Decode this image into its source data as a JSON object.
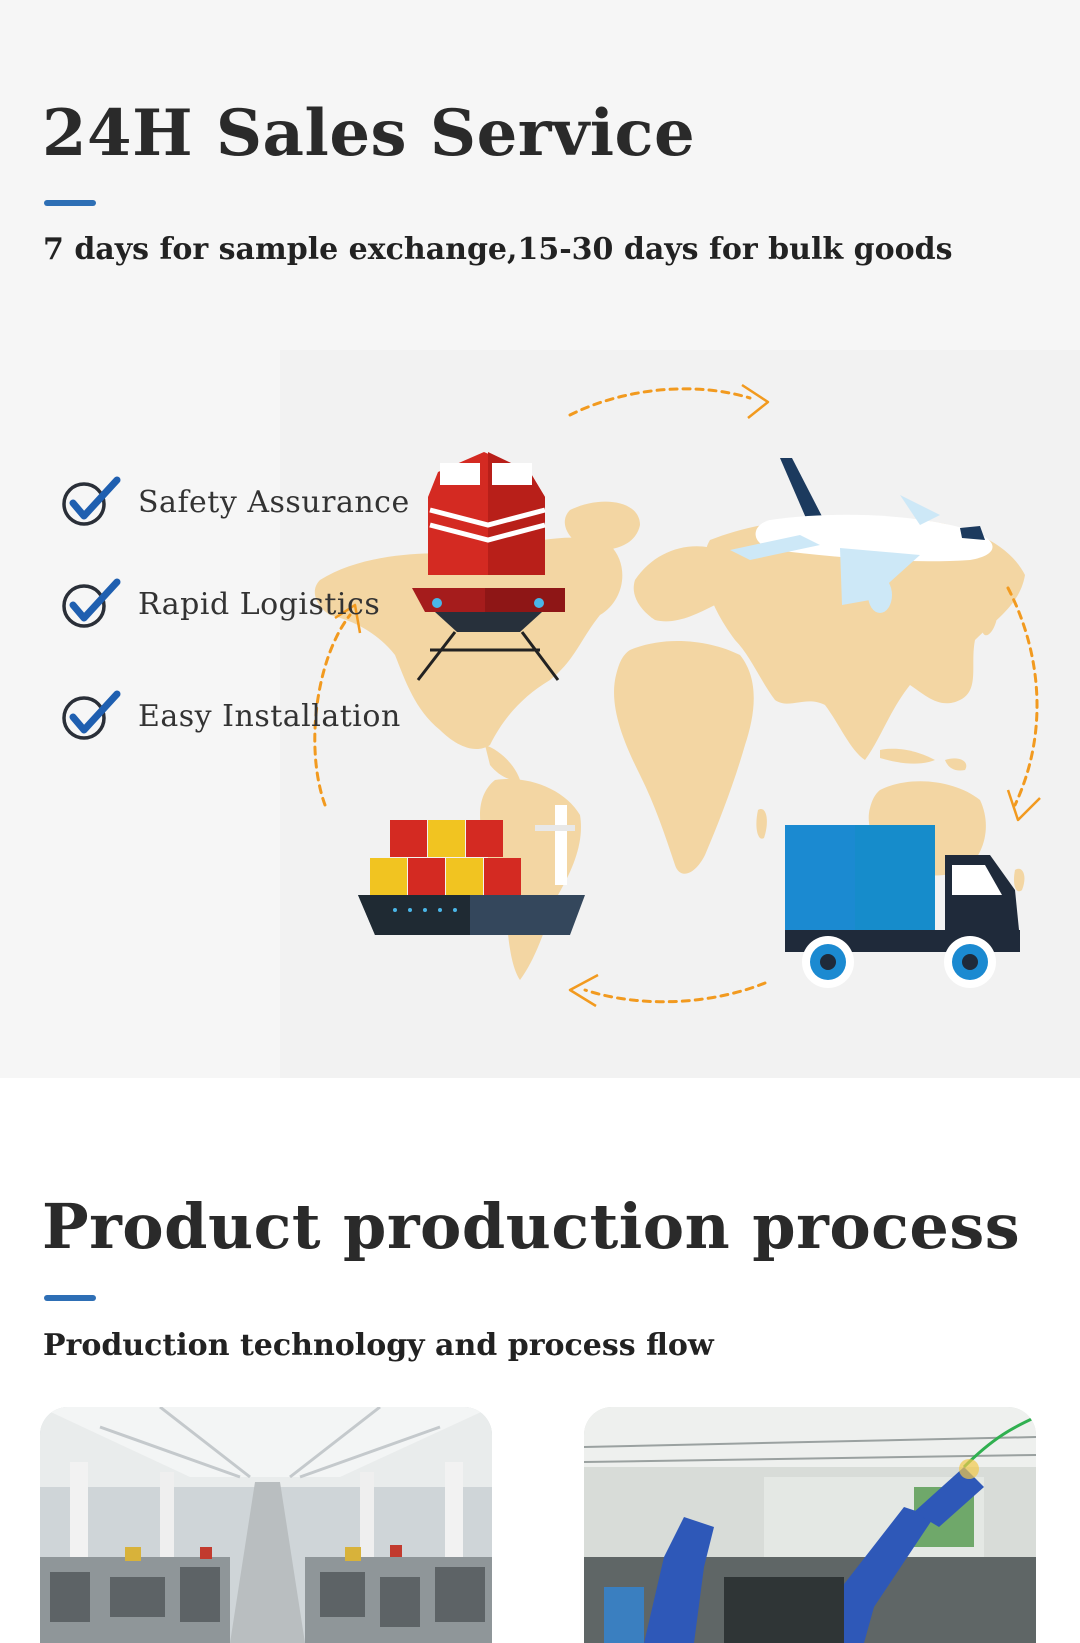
{
  "sales": {
    "title": "24H Sales Service",
    "subtitle": "7 days for sample exchange,15-30 days for bulk goods",
    "features": [
      {
        "label": "Safety Assurance",
        "icon": "check-circle-icon"
      },
      {
        "label": "Rapid Logistics",
        "icon": "check-circle-icon"
      },
      {
        "label": "Easy Installation",
        "icon": "check-circle-icon"
      }
    ]
  },
  "production": {
    "title": "Product production process",
    "subtitle": "Production technology and process flow",
    "photos": [
      "factory-floor-photo",
      "robotic-welding-photo"
    ]
  },
  "colors": {
    "accent": "#2e6fb5",
    "check": "#1f5fb0",
    "map": "#f3d6a3",
    "route": "#f29a1f",
    "train_red": "#d42a22",
    "truck_blue": "#1b8ad1"
  }
}
